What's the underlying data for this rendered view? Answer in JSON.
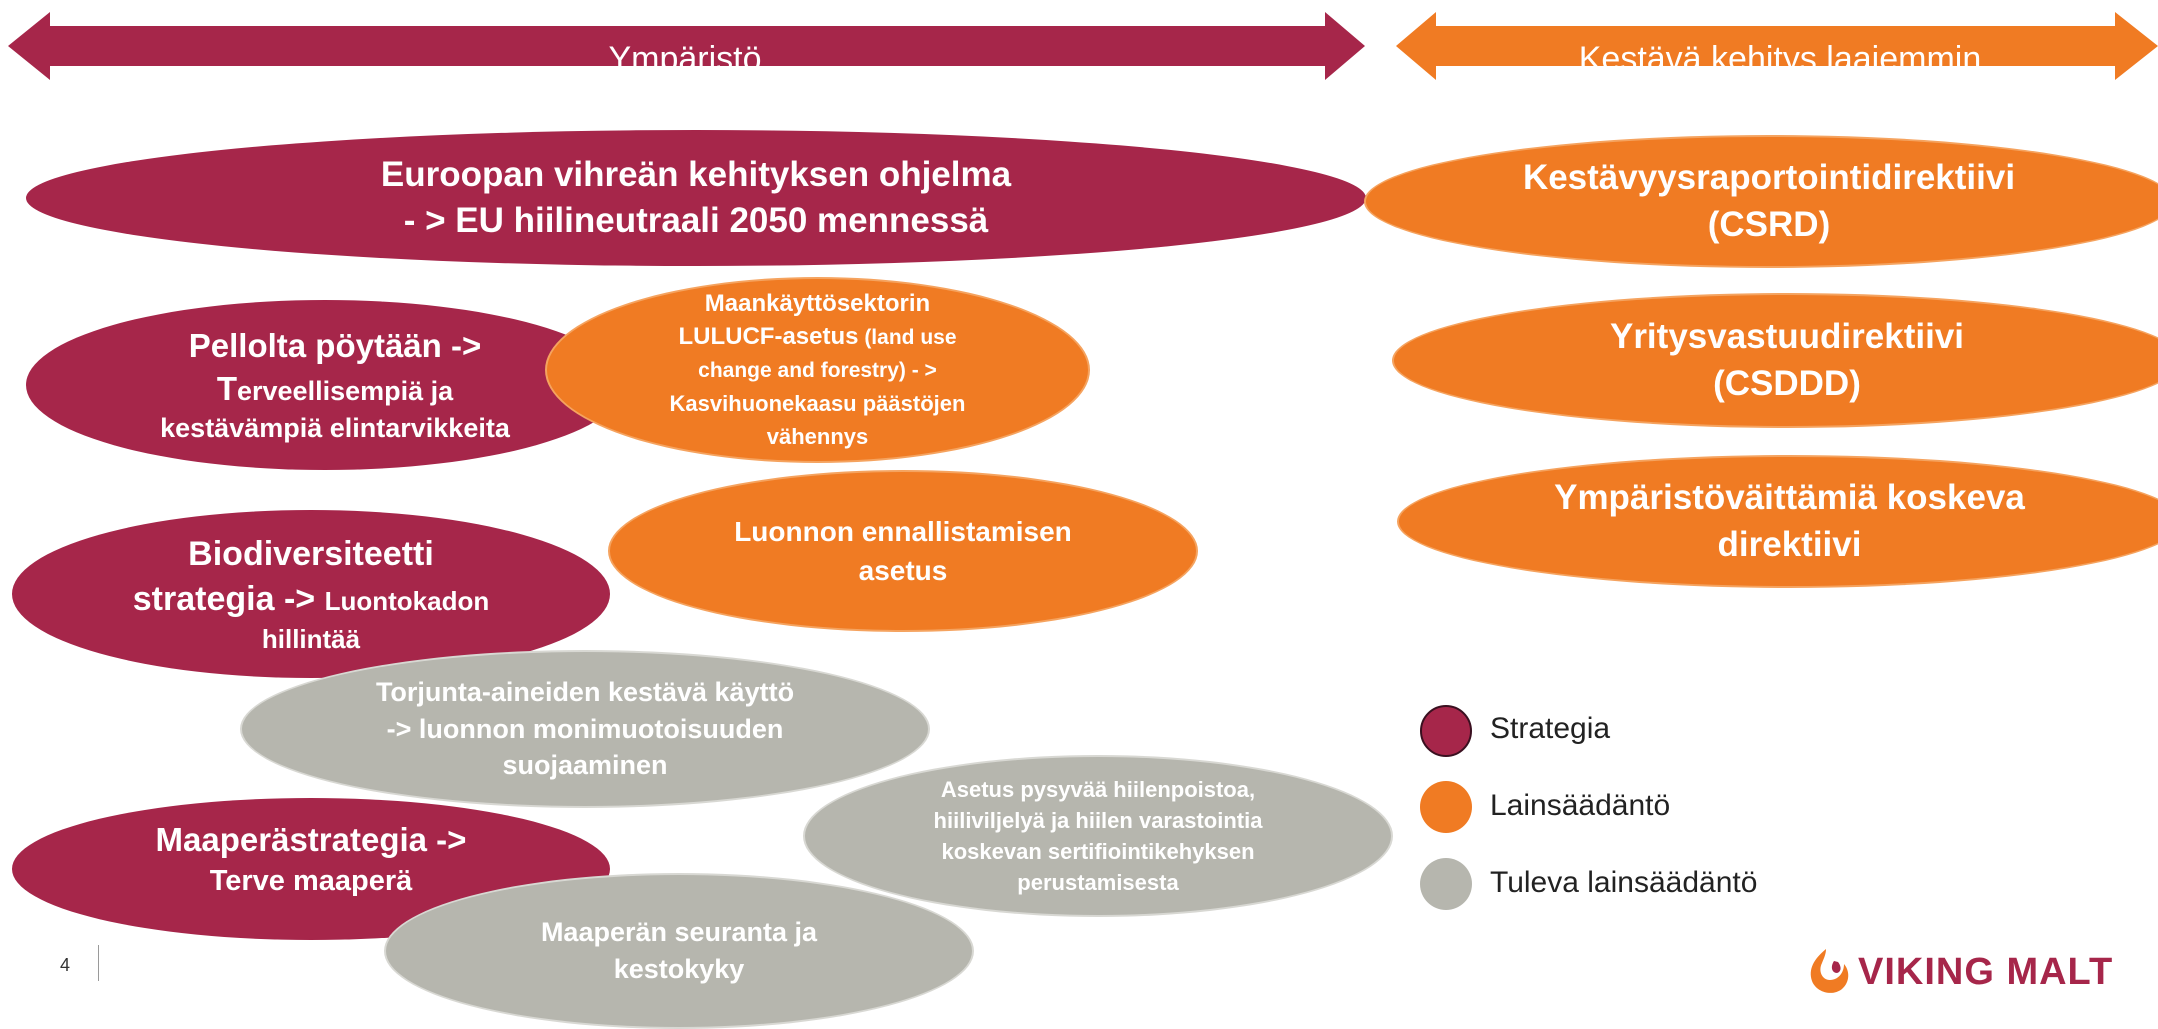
{
  "headers": {
    "left": "Ympäristö",
    "right": "Kestävä kehitys laajemmin"
  },
  "items": {
    "green_deal": {
      "line1": "Euroopan vihreän kehityksen ohjelma",
      "line2": "- > EU hiilineutraali 2050 mennessä"
    },
    "farm_to_fork": {
      "line1": "Pellolta pöytään ->",
      "line2a": "T",
      "line2b": "erveellisempiä ja",
      "line3": "kestävämpiä elintarvikkeita"
    },
    "lulucf": {
      "line1": "Maankäyttösektorin",
      "line2a": "LULUCF-asetus",
      "line2b": " (land use",
      "line3": "change and forestry)  - >",
      "line4": "Kasvihuonekaasu päästöjen",
      "line5": "vähennys"
    },
    "biodiversity": {
      "line1": "Biodiversiteetti",
      "line2a": "strategia -> ",
      "line2b": "Luontokadon",
      "line3": "hillintää"
    },
    "restoration": {
      "line1": "Luonnon ennallistamisen",
      "line2": "asetus"
    },
    "pesticides": {
      "line1": "Torjunta-aineiden kestävä käyttö",
      "line2": "-> luonnon monimuotoisuuden",
      "line3": "suojaaminen"
    },
    "soil_strategy": {
      "line1": "Maaperästrategia ->",
      "line2": "Terve maaperä"
    },
    "carbon_removal": {
      "line1": "Asetus pysyvää hiilenpoistoa,",
      "line2": "hiiliviljelyä ja hiilen varastointia",
      "line3": "koskevan sertifiointikehyksen",
      "line4": "perustamisesta"
    },
    "soil_monitoring": {
      "line1": "Maaperän seuranta ja",
      "line2": "kestokyky"
    },
    "csrd": {
      "line1": "Kestävyysraportointidirektiivi",
      "line2": "(CSRD)"
    },
    "csddd": {
      "line1": "Yritysvastuudirektiivi",
      "line2": "(CSDDD)"
    },
    "green_claims": {
      "line1": "Ympäristöväittämiä koskeva",
      "line2": "direktiivi"
    }
  },
  "legend": [
    {
      "label": "Strategia",
      "color": "#A6264A"
    },
    {
      "label": "Lainsäädäntö",
      "color": "#F07B23"
    },
    {
      "label": "Tuleva lainsäädäntö",
      "color": "#B6B6AE"
    }
  ],
  "footer": {
    "page_number": "4",
    "logo_text": "VIKING MALT"
  },
  "colors": {
    "strategy": "#A6264A",
    "legislation": "#F07B23",
    "future": "#B6B6AE"
  }
}
